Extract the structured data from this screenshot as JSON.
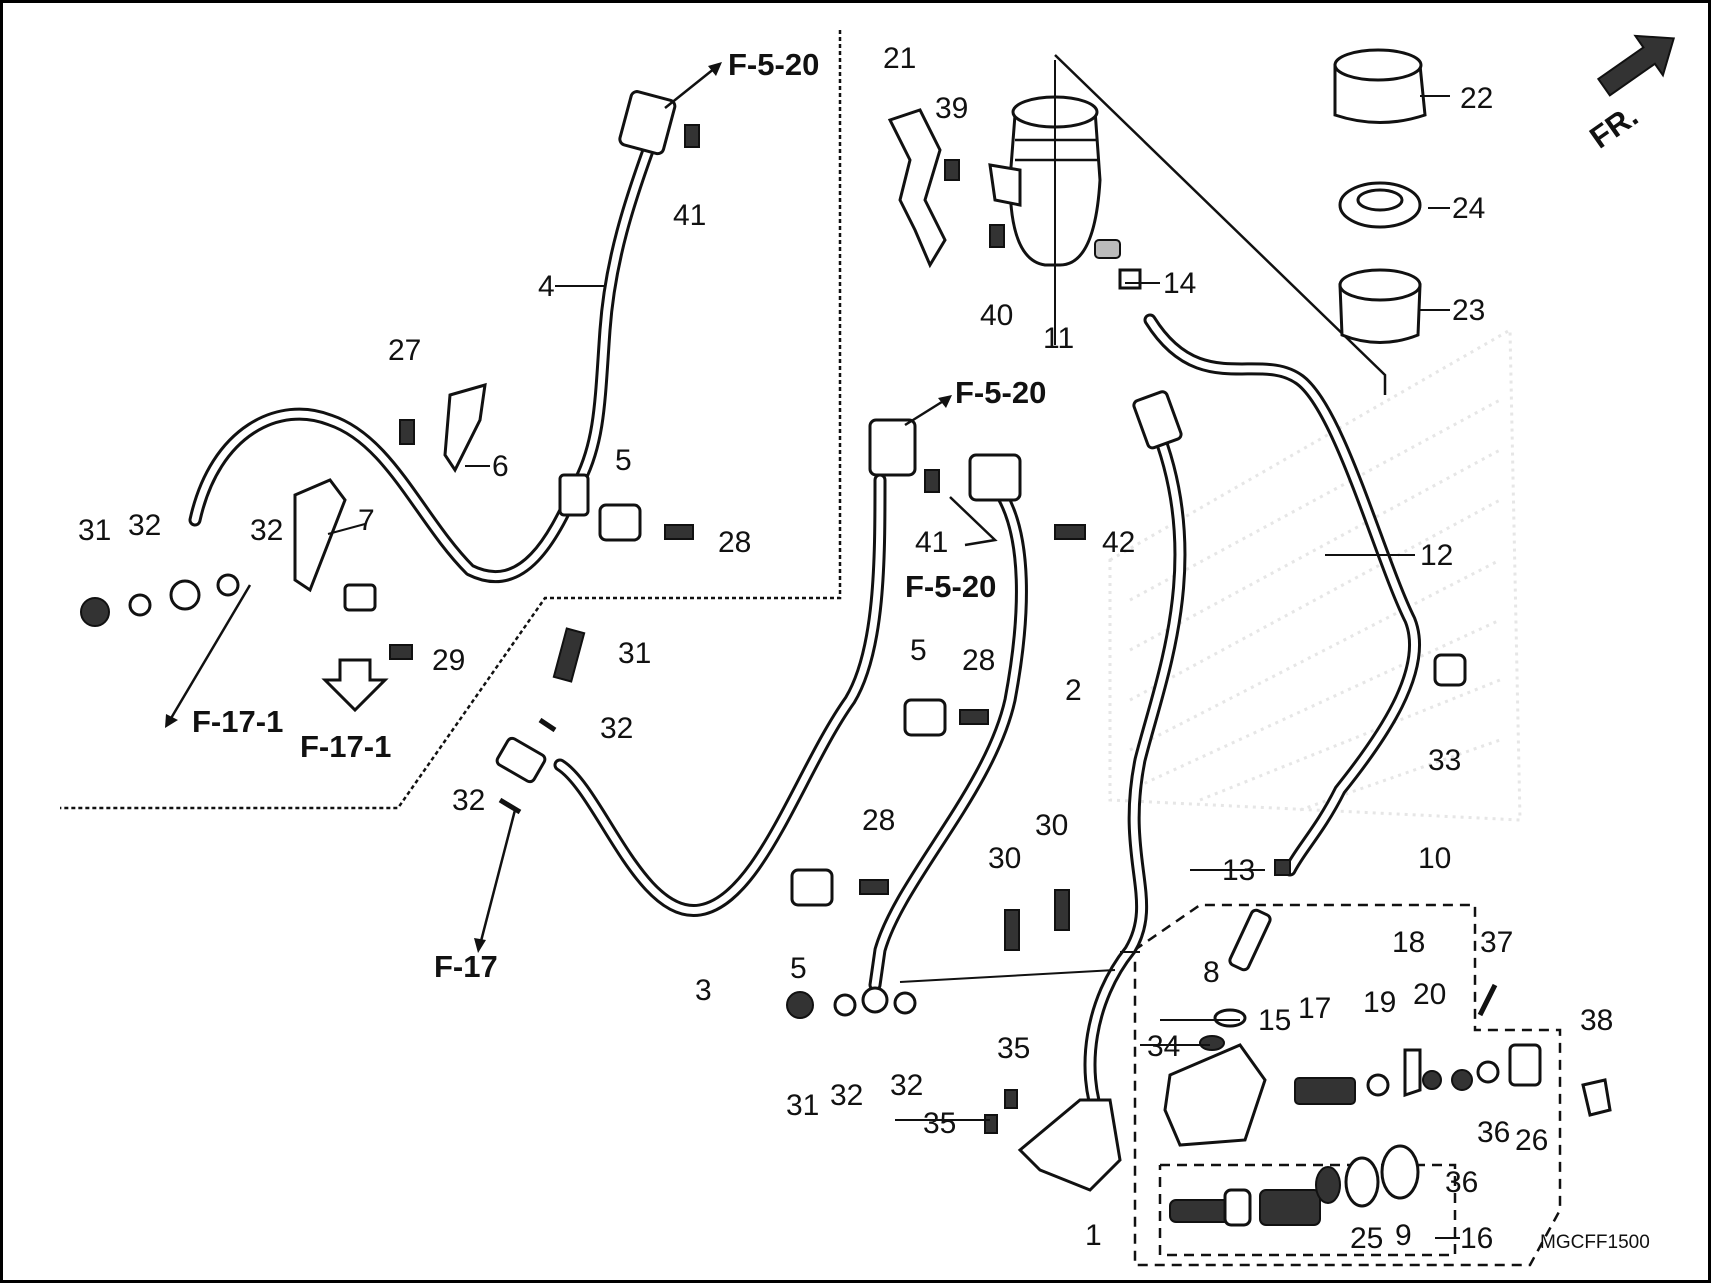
{
  "diagram_code": "MGCFF1500",
  "front_marker": "FR.",
  "refs": {
    "f5_20_a": "F-5-20",
    "f5_20_b": "F-5-20",
    "f5_20_c": "F-5-20",
    "f17_1_a": "F-17-1",
    "f17_1_b": "F-17-1",
    "f17": "F-17"
  },
  "callouts": [
    {
      "id": "c1",
      "label": "1"
    },
    {
      "id": "c2",
      "label": "2"
    },
    {
      "id": "c3",
      "label": "3"
    },
    {
      "id": "c4",
      "label": "4"
    },
    {
      "id": "c5a",
      "label": "5"
    },
    {
      "id": "c5b",
      "label": "5"
    },
    {
      "id": "c5c",
      "label": "5"
    },
    {
      "id": "c6",
      "label": "6"
    },
    {
      "id": "c7",
      "label": "7"
    },
    {
      "id": "c8",
      "label": "8"
    },
    {
      "id": "c9",
      "label": "9"
    },
    {
      "id": "c10",
      "label": "10"
    },
    {
      "id": "c11",
      "label": "11"
    },
    {
      "id": "c12",
      "label": "12"
    },
    {
      "id": "c13",
      "label": "13"
    },
    {
      "id": "c14",
      "label": "14"
    },
    {
      "id": "c15",
      "label": "15"
    },
    {
      "id": "c16",
      "label": "16"
    },
    {
      "id": "c17",
      "label": "17"
    },
    {
      "id": "c18",
      "label": "18"
    },
    {
      "id": "c19",
      "label": "19"
    },
    {
      "id": "c20",
      "label": "20"
    },
    {
      "id": "c21",
      "label": "21"
    },
    {
      "id": "c22",
      "label": "22"
    },
    {
      "id": "c23",
      "label": "23"
    },
    {
      "id": "c24",
      "label": "24"
    },
    {
      "id": "c25",
      "label": "25"
    },
    {
      "id": "c26",
      "label": "26"
    },
    {
      "id": "c27",
      "label": "27"
    },
    {
      "id": "c28a",
      "label": "28"
    },
    {
      "id": "c28b",
      "label": "28"
    },
    {
      "id": "c28c",
      "label": "28"
    },
    {
      "id": "c29",
      "label": "29"
    },
    {
      "id": "c30a",
      "label": "30"
    },
    {
      "id": "c30b",
      "label": "30"
    },
    {
      "id": "c31a",
      "label": "31"
    },
    {
      "id": "c31b",
      "label": "31"
    },
    {
      "id": "c31c",
      "label": "31"
    },
    {
      "id": "c32a",
      "label": "32"
    },
    {
      "id": "c32b",
      "label": "32"
    },
    {
      "id": "c32c",
      "label": "32"
    },
    {
      "id": "c32d",
      "label": "32"
    },
    {
      "id": "c32e",
      "label": "32"
    },
    {
      "id": "c32f",
      "label": "32"
    },
    {
      "id": "c33",
      "label": "33"
    },
    {
      "id": "c34",
      "label": "34"
    },
    {
      "id": "c35a",
      "label": "35"
    },
    {
      "id": "c35b",
      "label": "35"
    },
    {
      "id": "c36a",
      "label": "36"
    },
    {
      "id": "c36b",
      "label": "36"
    },
    {
      "id": "c37",
      "label": "37"
    },
    {
      "id": "c38",
      "label": "38"
    },
    {
      "id": "c39",
      "label": "39"
    },
    {
      "id": "c40",
      "label": "40"
    },
    {
      "id": "c41a",
      "label": "41"
    },
    {
      "id": "c41b",
      "label": "41"
    },
    {
      "id": "c42",
      "label": "42"
    }
  ]
}
